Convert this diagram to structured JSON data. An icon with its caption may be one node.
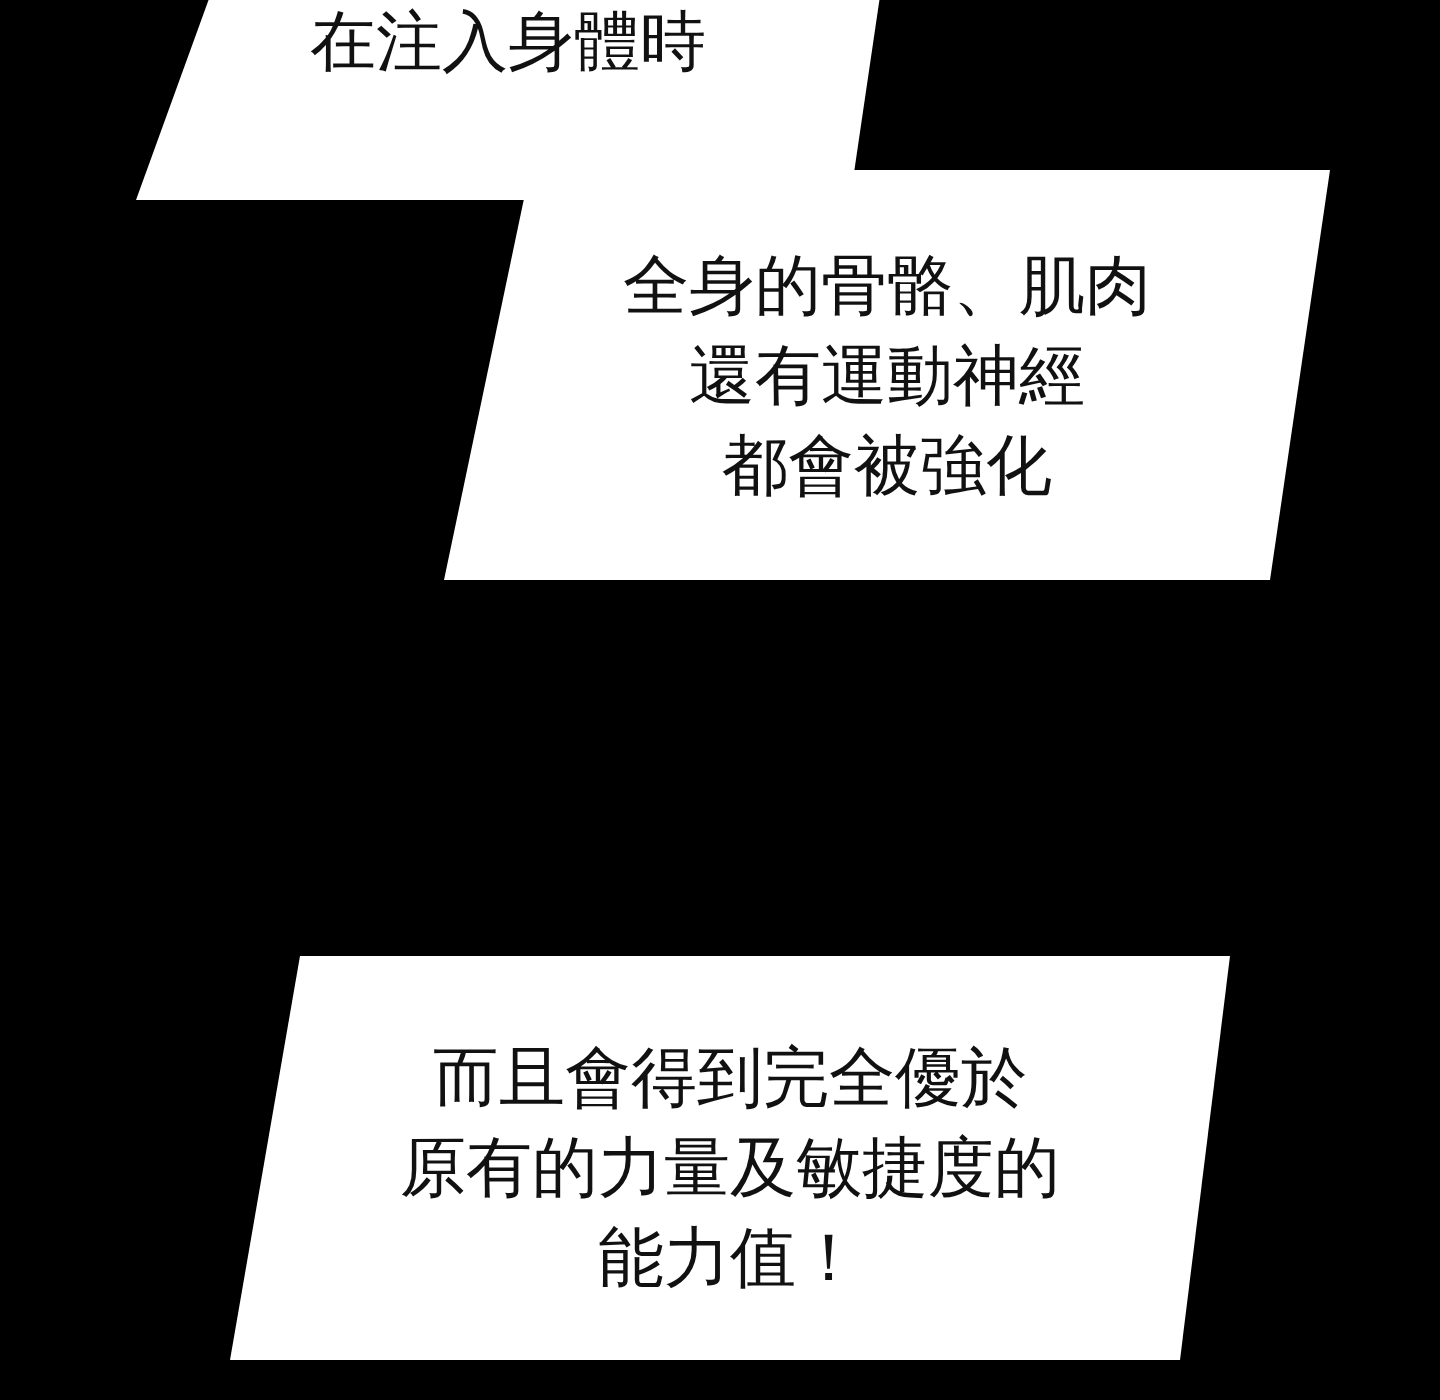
{
  "diagram": {
    "nodes": [
      {
        "text": [
          "在注入身體時"
        ]
      },
      {
        "text": [
          "全身的骨骼、肌肉還有運動神經都會被強化"
        ]
      },
      {
        "text": [
          "而且會得到完全優於原有的力量及敏捷度的能力值！"
        ]
      }
    ]
  }
}
